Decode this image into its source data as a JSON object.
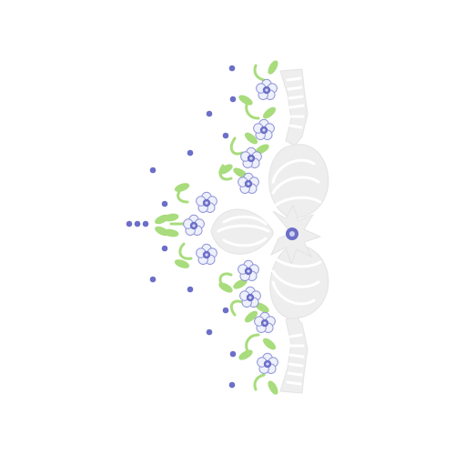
{
  "colors": {
    "background": "#ffffff",
    "lace": "#eeeeee",
    "lace_stroke": "#e2e2e2",
    "flower_petal": "#eef0fb",
    "flower_outline": "#8f94d6",
    "flower_center": "#6b6fc7",
    "dots": "#6b6fc7",
    "leaves": "#a8dc7c"
  },
  "icons": [
    "lace-ribbon",
    "lace-bow-loop",
    "lace-bow-knot-flower",
    "daisy-flower",
    "leaf-sprig",
    "dot-spray"
  ]
}
